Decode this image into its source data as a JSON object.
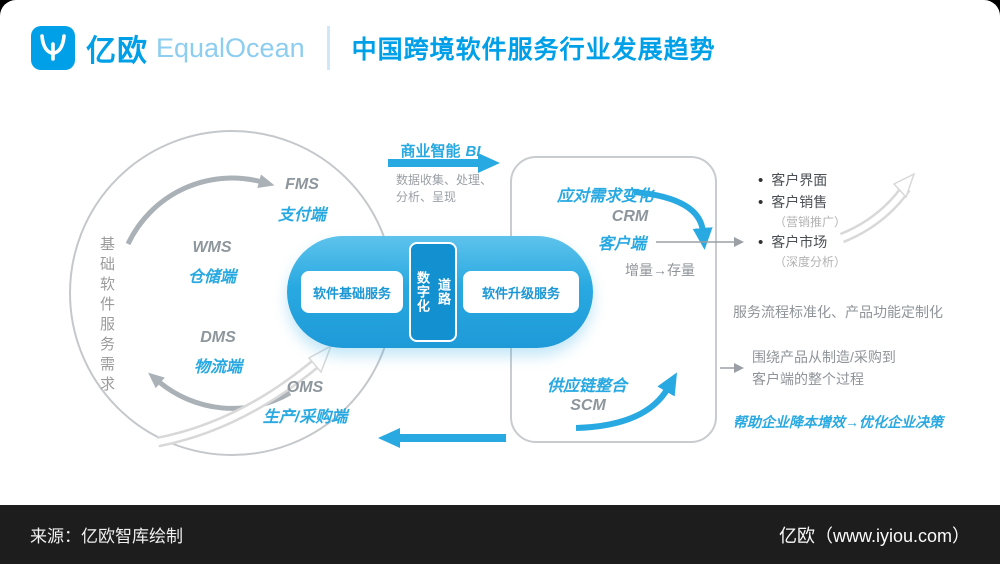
{
  "header": {
    "logo_cn": "亿欧",
    "logo_en": "EqualOcean",
    "title": "中国跨境软件服务行业发展趋势"
  },
  "diagram": {
    "cycle_vertical_label": "基础软件服务需求",
    "nodes": {
      "fms_abbr": "FMS",
      "fms": "支付端",
      "wms_abbr": "WMS",
      "wms": "仓储端",
      "dms_abbr": "DMS",
      "dms": "物流端",
      "oms_abbr": "OMS",
      "oms": "生产/采购端"
    },
    "center": {
      "left": "软件基础服务",
      "middle_col1": "数字化",
      "middle_col2": "道路",
      "right": "软件升级服务"
    },
    "top_flow": {
      "label_cn": "商业智能",
      "label_en": "BI",
      "desc1": "数据收集、处理、",
      "desc2": "分析、呈现"
    },
    "right_panel": {
      "top_title": "应对需求变化",
      "crm": "CRM",
      "crm_label": "客户端",
      "shift": "增量→存量",
      "bottom_title": "供应链整合",
      "scm": "SCM"
    },
    "bullets": [
      {
        "text": "客户界面",
        "note": ""
      },
      {
        "text": "客户销售",
        "note": "（营销推广）"
      },
      {
        "text": "客户市场",
        "note": "（深度分析）"
      }
    ],
    "notes": {
      "standardize": "服务流程标准化、产品功能定制化",
      "process1": "围绕产品从制造/采购到",
      "process2": "客户端的整个过程",
      "benefit": "帮助企业降本增效→优化企业决策"
    }
  },
  "footer": {
    "source": "来源：亿欧智库绘制",
    "brand": "亿欧（www.iyiou.com）"
  }
}
